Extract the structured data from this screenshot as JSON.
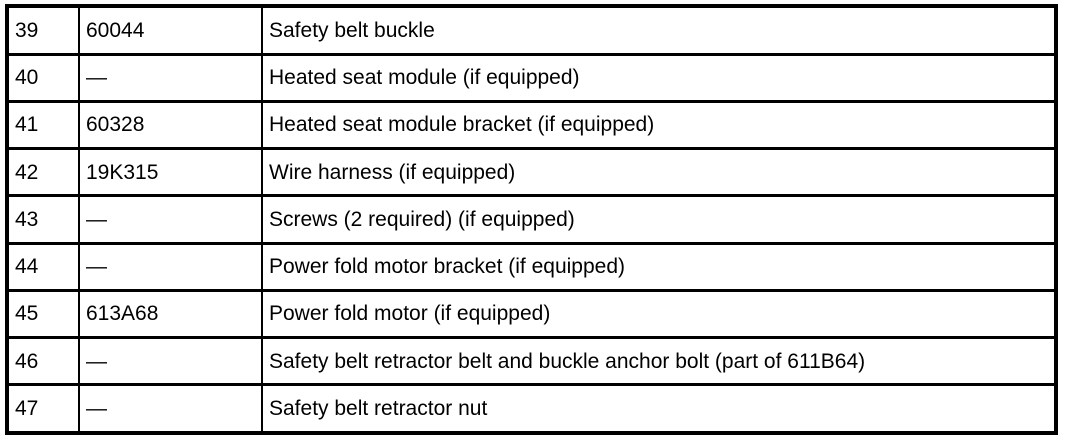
{
  "colors": {
    "border": "#000000",
    "text": "#000000",
    "background": "#ffffff"
  },
  "table": {
    "columns": [
      "item_number",
      "part_number",
      "description"
    ],
    "rows": [
      {
        "item": "39",
        "part": "60044",
        "desc": "Safety belt buckle"
      },
      {
        "item": "40",
        "part": "—",
        "desc": "Heated seat module (if equipped)"
      },
      {
        "item": "41",
        "part": "60328",
        "desc": "Heated seat module bracket (if equipped)"
      },
      {
        "item": "42",
        "part": "19K315",
        "desc": "Wire harness (if equipped)"
      },
      {
        "item": "43",
        "part": "—",
        "desc": "Screws (2 required) (if equipped)"
      },
      {
        "item": "44",
        "part": "—",
        "desc": "Power fold motor bracket (if equipped)"
      },
      {
        "item": "45",
        "part": "613A68",
        "desc": "Power fold motor (if equipped)"
      },
      {
        "item": "46",
        "part": "—",
        "desc": "Safety belt retractor belt and buckle anchor bolt (part of 611B64)"
      },
      {
        "item": "47",
        "part": "—",
        "desc": "Safety belt retractor nut"
      }
    ]
  }
}
